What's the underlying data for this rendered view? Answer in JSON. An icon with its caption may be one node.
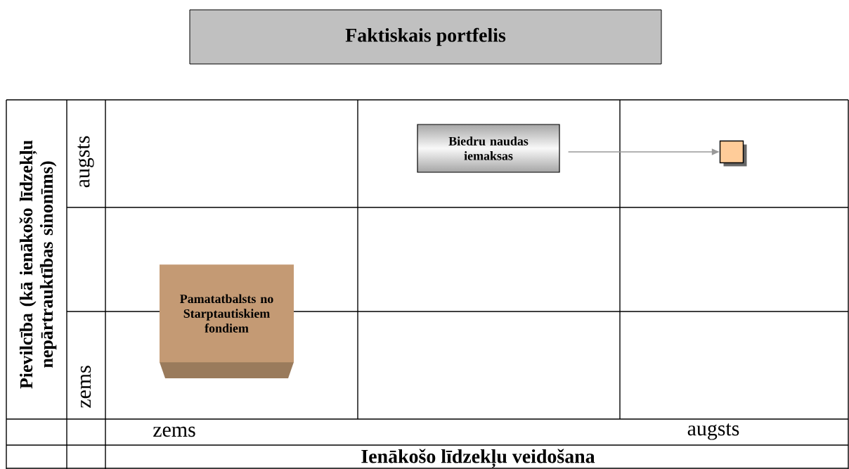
{
  "diagram": {
    "title": "Faktiskais portfelis",
    "nodes": [
      {
        "text": [
          "Biedru naudas iemaksas"
        ]
      },
      {
        "text": [],
        "shape": "box"
      },
      {
        "text": [
          "Pamatatbalsts no Starptautiskiem fondiem"
        ]
      }
    ],
    "edges": [
      {
        "from": 0,
        "to": 1,
        "arrow": "to",
        "color": "#999999"
      }
    ],
    "labels": [
      "Pievilcība (kā ienākošo līdzekļu nepārtrauktības sinonīms)",
      "augsts",
      "zems",
      "zems",
      "augsts",
      "Ienākošo līdzekļu veidošana"
    ]
  }
}
